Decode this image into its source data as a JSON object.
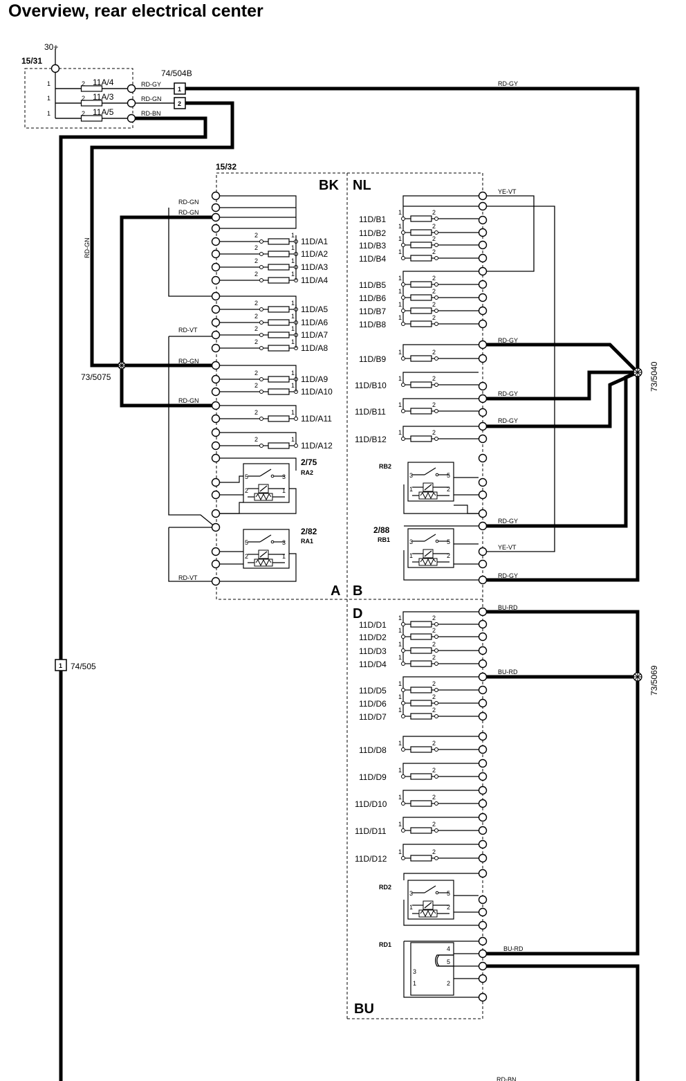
{
  "title": "Overview, rear electrical center",
  "labels": {
    "supply": "30+",
    "fusebox": "15/31",
    "central": "15/32",
    "conn_top": "74/504B",
    "conn_left": "74/505",
    "splice_left": "73/5075",
    "splice_right_top": "73/5040",
    "splice_right_bottom": "73/5069",
    "section_bk": "BK",
    "section_nl": "NL",
    "section_a": "A",
    "section_b": "B",
    "section_d": "D",
    "section_bu": "BU",
    "pin1": "1",
    "pin2": "2"
  },
  "top_fuses": [
    "11A/4",
    "11A/3",
    "11A/5"
  ],
  "fuses_a": [
    "11D/A1",
    "11D/A2",
    "11D/A3",
    "11D/A4",
    "11D/A5",
    "11D/A6",
    "11D/A7",
    "11D/A8",
    "11D/A9",
    "11D/A10",
    "11D/A11",
    "11D/A12"
  ],
  "fuses_b": [
    "11D/B1",
    "11D/B2",
    "11D/B3",
    "11D/B4",
    "11D/B5",
    "11D/B6",
    "11D/B7",
    "11D/B8",
    "11D/B9",
    "11D/B10",
    "11D/B11",
    "11D/B12"
  ],
  "fuses_d": [
    "11D/D1",
    "11D/D2",
    "11D/D3",
    "11D/D4",
    "11D/D5",
    "11D/D6",
    "11D/D7",
    "11D/D8",
    "11D/D9",
    "11D/D10",
    "11D/D11",
    "11D/D12"
  ],
  "relays": {
    "ra2_num": "2/75",
    "ra2": "RA2",
    "ra1_num": "2/82",
    "ra1": "RA1",
    "rb2": "RB2",
    "rb1_num": "2/88",
    "rb1": "RB1",
    "rd2": "RD2",
    "rd1": "RD1",
    "pin1": "1",
    "pin2": "2",
    "pin3": "3",
    "pin4": "4",
    "pin5": "5"
  },
  "wire_colors": {
    "rd_gy": "RD-GY",
    "rd_gn": "RD-GN",
    "rd_bn": "RD-BN",
    "rd_vt": "RD-VT",
    "ye_vt": "YE-VT",
    "bu_rd": "BU-RD"
  },
  "colors": {
    "line": "#000000",
    "background": "#ffffff"
  }
}
